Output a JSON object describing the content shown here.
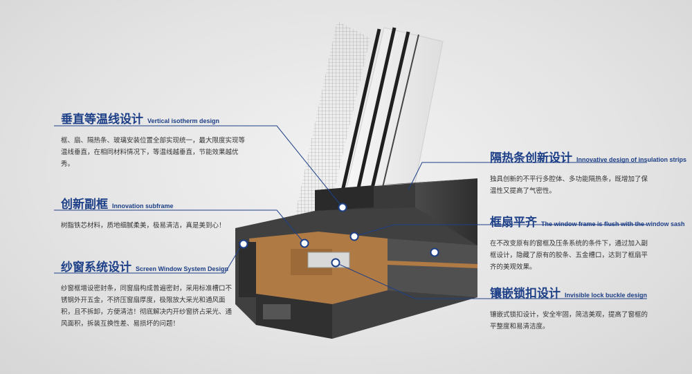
{
  "features": [
    {
      "id": "vertical-isotherm",
      "title_cn": "垂直等温线设计",
      "title_en": "Vertical isotherm design",
      "desc": "框、扇、隔热条、玻璃安装位置全部实现统一，最大限度实现等温线垂直，在相同材料情况下，等温线越垂直，节能效果越优秀。"
    },
    {
      "id": "insulation-strips",
      "title_cn": "隔热条创新设计",
      "title_en": "Innovative design of insulation strips",
      "desc": "独具创新的不平行多腔体、多功能隔热条，既增加了保温性又提高了气密性。"
    },
    {
      "id": "innovation-subframe",
      "title_cn": "创新副框",
      "title_en": "Innovation subframe",
      "desc": "树脂铁芯材料，质地细腻柔美，极易清洁，真是美到心！"
    },
    {
      "id": "frame-flush",
      "title_cn": "框扇平齐",
      "title_en": "The window frame is flush with the window sash",
      "desc": "在不改变原有的窗框及压条系统的条件下，通过加入副框设计，隐藏了原有的胶条、五金槽口，达到了框扇平齐的美观效果。"
    },
    {
      "id": "screen-window",
      "title_cn": "纱窗系统设计",
      "title_en": "Screen Window System Design",
      "desc": "纱窗框增设密封条，同窗扇构成普遍密封，采用标准槽口不锈钢外开五金，不挤压窗扇厚度，极限放大采光和通风面积，且不拆卸，方便清洁！彻底解决内开纱窗挤占采光、通风面积，拆装互换性差、易损坏的问题！"
    },
    {
      "id": "invisible-lock",
      "title_cn": "镶嵌锁扣设计",
      "title_en": "Invisible lock buckle design",
      "desc": "镶嵌式锁扣设计，安全牢固，简洁美观，提高了窗框的平整度和易清洁度。"
    }
  ],
  "colors": {
    "accent": "#1d3f87",
    "text": "#333333",
    "profile_dark": "#3a3a3a",
    "thermal_core": "#b07a45"
  }
}
